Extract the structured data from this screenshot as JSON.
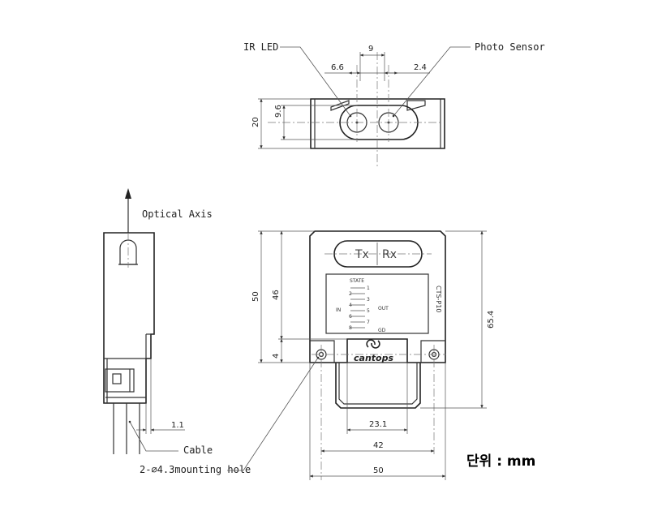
{
  "callouts": {
    "ir_led": "IR LED",
    "photo_sensor": "Photo Sensor",
    "optical_axis": "Optical Axis",
    "cable": "Cable",
    "mounting_hole": "2-∅4.3mounting hole"
  },
  "dimensions": {
    "top_9": "9",
    "top_6_6": "6.6",
    "top_2_4": "2.4",
    "top_9_6": "9.6",
    "top_20": "20",
    "front_50_height": "50",
    "front_46": "46",
    "front_4": "4",
    "front_65_4": "65.4",
    "front_23_1": "23.1",
    "front_42": "42",
    "front_50_width": "50",
    "side_1_1": "1.1"
  },
  "device": {
    "tx": "Tx",
    "rx": "Rx",
    "state": "STATE",
    "in": "IN",
    "out": "OUT",
    "gd": "GD",
    "model": "CTS-P10",
    "brand": "cantops",
    "pin_numbers": [
      "1",
      "2",
      "3",
      "4",
      "5",
      "6",
      "7",
      "8"
    ]
  },
  "unit_label": "단위 : mm"
}
